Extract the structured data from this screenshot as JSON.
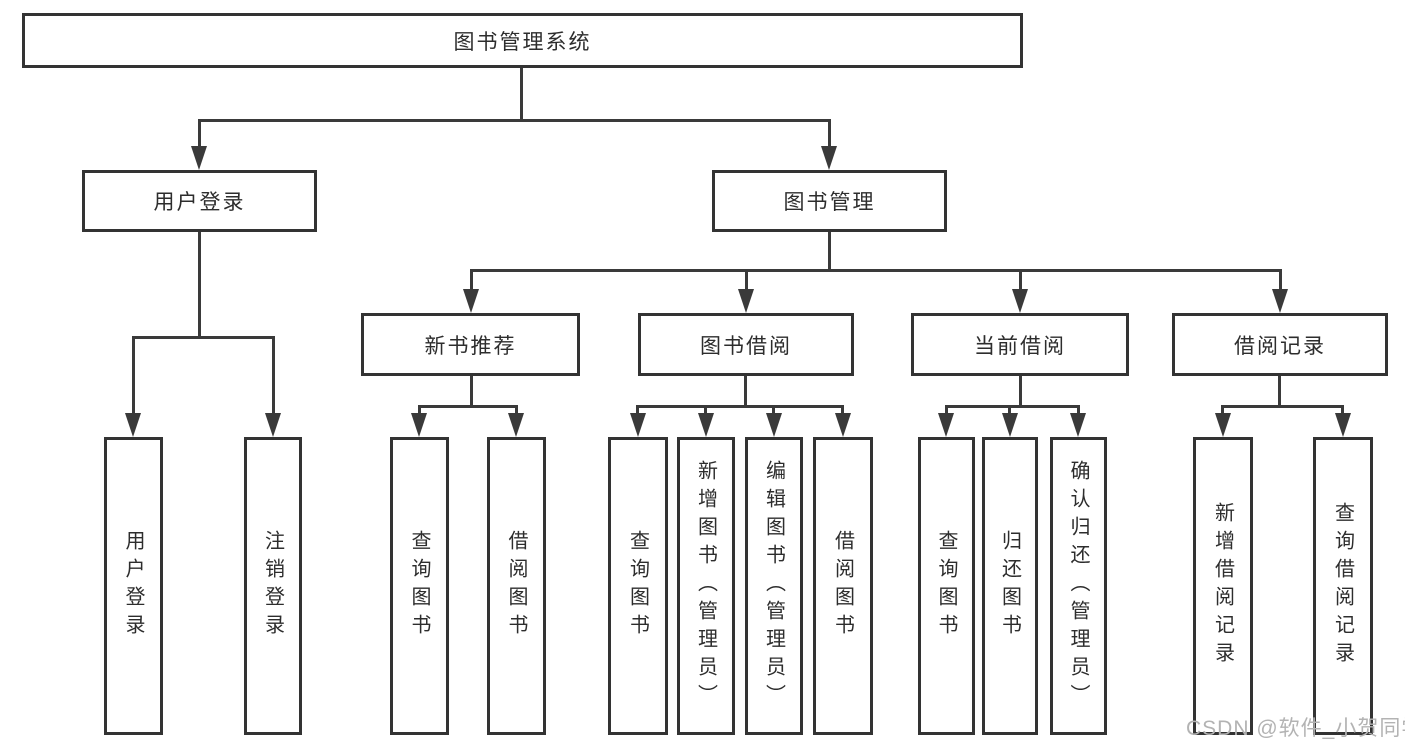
{
  "root": {
    "label": "图书管理系统"
  },
  "user_branch": {
    "label": "用户登录",
    "children": [
      {
        "label": "用户登录"
      },
      {
        "label": "注销登录"
      }
    ]
  },
  "book_branch": {
    "label": "图书管理",
    "children": [
      {
        "label": "新书推荐",
        "children": [
          {
            "label": "查询图书"
          },
          {
            "label": "借阅图书"
          }
        ]
      },
      {
        "label": "图书借阅",
        "children": [
          {
            "label": "查询图书"
          },
          {
            "label": "新增图书（管理员）"
          },
          {
            "label": "编辑图书（管理员）"
          },
          {
            "label": "借阅图书"
          }
        ]
      },
      {
        "label": "当前借阅",
        "children": [
          {
            "label": "查询图书"
          },
          {
            "label": "归还图书"
          },
          {
            "label": "确认归还（管理员）"
          }
        ]
      },
      {
        "label": "借阅记录",
        "children": [
          {
            "label": "新增借阅记录"
          },
          {
            "label": "查询借阅记录"
          }
        ]
      }
    ]
  },
  "watermark": {
    "text": "CSDN @软件_小贺同学"
  },
  "colors": {
    "line": "#3a3a3a",
    "border": "#333333",
    "text": "#2d2d2d",
    "watermark": "#b3b3b3",
    "background": "#ffffff"
  }
}
